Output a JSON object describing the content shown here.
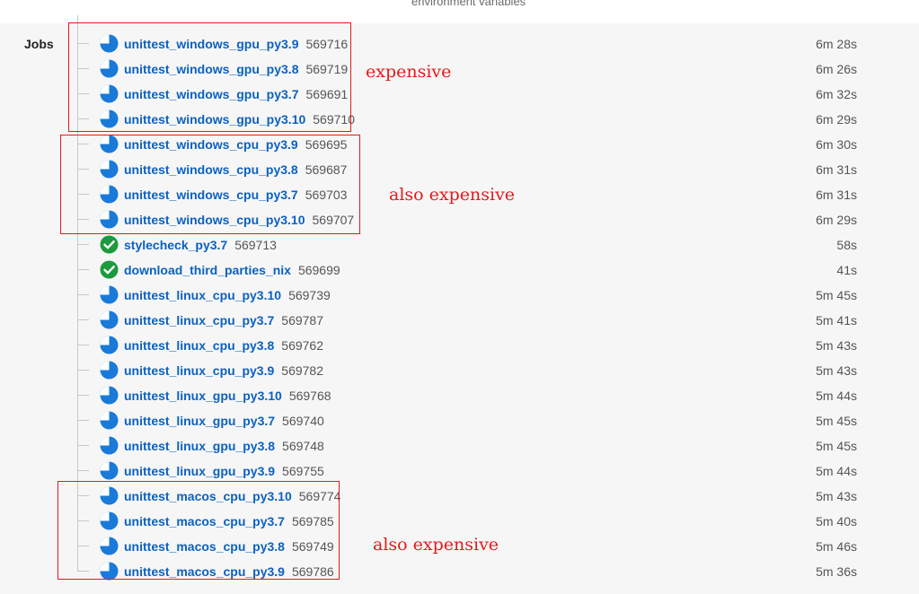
{
  "header": {
    "env_label": "environment variables"
  },
  "section": {
    "label": "Jobs"
  },
  "jobs": [
    {
      "name": "unittest_windows_gpu_py3.9",
      "id": "569716",
      "duration": "6m 28s",
      "status": "running"
    },
    {
      "name": "unittest_windows_gpu_py3.8",
      "id": "569719",
      "duration": "6m 26s",
      "status": "running"
    },
    {
      "name": "unittest_windows_gpu_py3.7",
      "id": "569691",
      "duration": "6m 32s",
      "status": "running"
    },
    {
      "name": "unittest_windows_gpu_py3.10",
      "id": "569710",
      "duration": "6m 29s",
      "status": "running"
    },
    {
      "name": "unittest_windows_cpu_py3.9",
      "id": "569695",
      "duration": "6m 30s",
      "status": "running"
    },
    {
      "name": "unittest_windows_cpu_py3.8",
      "id": "569687",
      "duration": "6m 31s",
      "status": "running"
    },
    {
      "name": "unittest_windows_cpu_py3.7",
      "id": "569703",
      "duration": "6m 31s",
      "status": "running"
    },
    {
      "name": "unittest_windows_cpu_py3.10",
      "id": "569707",
      "duration": "6m 29s",
      "status": "running"
    },
    {
      "name": "stylecheck_py3.7",
      "id": "569713",
      "duration": "58s",
      "status": "success"
    },
    {
      "name": "download_third_parties_nix",
      "id": "569699",
      "duration": "41s",
      "status": "success"
    },
    {
      "name": "unittest_linux_cpu_py3.10",
      "id": "569739",
      "duration": "5m 45s",
      "status": "running"
    },
    {
      "name": "unittest_linux_cpu_py3.7",
      "id": "569787",
      "duration": "5m 41s",
      "status": "running"
    },
    {
      "name": "unittest_linux_cpu_py3.8",
      "id": "569762",
      "duration": "5m 43s",
      "status": "running"
    },
    {
      "name": "unittest_linux_cpu_py3.9",
      "id": "569782",
      "duration": "5m 43s",
      "status": "running"
    },
    {
      "name": "unittest_linux_gpu_py3.10",
      "id": "569768",
      "duration": "5m 44s",
      "status": "running"
    },
    {
      "name": "unittest_linux_gpu_py3.7",
      "id": "569740",
      "duration": "5m 45s",
      "status": "running"
    },
    {
      "name": "unittest_linux_gpu_py3.8",
      "id": "569748",
      "duration": "5m 45s",
      "status": "running"
    },
    {
      "name": "unittest_linux_gpu_py3.9",
      "id": "569755",
      "duration": "5m 44s",
      "status": "running"
    },
    {
      "name": "unittest_macos_cpu_py3.10",
      "id": "569774",
      "duration": "5m 43s",
      "status": "running"
    },
    {
      "name": "unittest_macos_cpu_py3.7",
      "id": "569785",
      "duration": "5m 40s",
      "status": "running"
    },
    {
      "name": "unittest_macos_cpu_py3.8",
      "id": "569749",
      "duration": "5m 46s",
      "status": "running"
    },
    {
      "name": "unittest_macos_cpu_py3.9",
      "id": "569786",
      "duration": "5m 36s",
      "status": "running"
    }
  ],
  "annotations": {
    "box1": "expensive",
    "box2": "also expensive",
    "box3": "also expensive"
  },
  "colors": {
    "link": "#0b61c0",
    "running": "#1a7ad9",
    "success": "#1e9a3e",
    "annotation": "#e31a1c"
  },
  "icons": {
    "running": "running-status-icon",
    "success": "check-circle-icon"
  }
}
